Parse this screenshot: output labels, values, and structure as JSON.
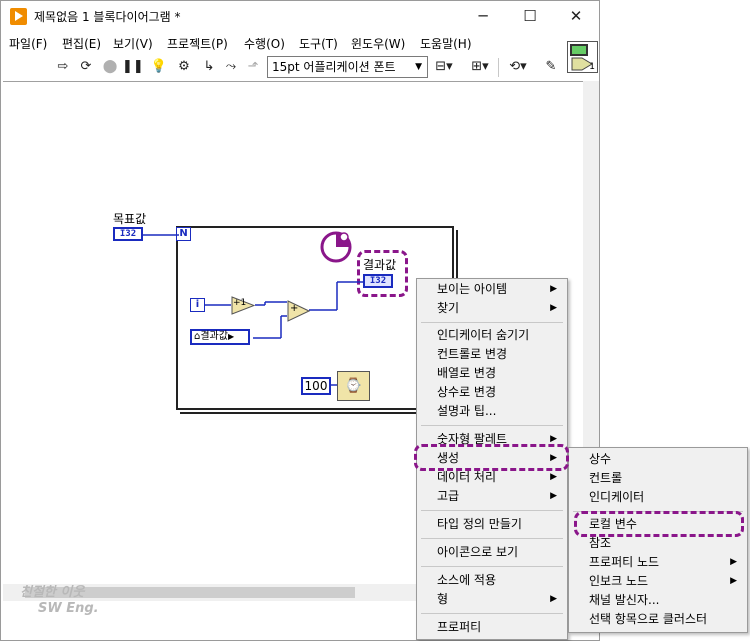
{
  "window": {
    "title": "제목없음 1 블록다이어그램 *",
    "minimize_glyph": "─",
    "maximize_glyph": "☐",
    "close_glyph": "✕"
  },
  "menu": [
    {
      "label": "파일(F)"
    },
    {
      "label": "편집(E)"
    },
    {
      "label": "보기(V)"
    },
    {
      "label": "프로젝트(P)"
    },
    {
      "label": "수행(O)"
    },
    {
      "label": "도구(T)"
    },
    {
      "label": "윈도우(W)"
    },
    {
      "label": "도움말(H)"
    }
  ],
  "toolbar": {
    "font_select": "15pt 어플리케이션 폰트",
    "context_help_badge": "1"
  },
  "diagram": {
    "target_label": "목표값",
    "target_type": "I32",
    "loop_count_terminal": "N",
    "iteration_terminal": "i",
    "result_label": "결과값",
    "result_type": "I32",
    "increment_label": "+1",
    "add_label": "+",
    "local_variable": "결과값",
    "wait_constant": "100"
  },
  "context_menu": {
    "items": [
      {
        "label": "보이는 아이템",
        "submenu": true
      },
      {
        "label": "찾기",
        "submenu": true
      },
      {
        "label": "인디케이터 숨기기",
        "submenu": false
      },
      {
        "label": "컨트롤로 변경",
        "submenu": false
      },
      {
        "label": "배열로 변경",
        "submenu": false
      },
      {
        "label": "상수로 변경",
        "submenu": false
      },
      {
        "label": "설명과 팁...",
        "submenu": false
      },
      {
        "label": "숫자형 팔레트",
        "submenu": true
      },
      {
        "label": "생성",
        "submenu": true
      },
      {
        "label": "데이터 처리",
        "submenu": true
      },
      {
        "label": "고급",
        "submenu": true
      },
      {
        "label": "타입 정의 만들기",
        "submenu": false
      },
      {
        "label": "아이콘으로 보기",
        "submenu": false
      },
      {
        "label": "소스에 적용",
        "submenu": false
      },
      {
        "label": "형",
        "submenu": true
      },
      {
        "label": "프로퍼티",
        "submenu": false
      }
    ]
  },
  "create_submenu": {
    "items": [
      {
        "label": "상수",
        "submenu": false
      },
      {
        "label": "컨트롤",
        "submenu": false
      },
      {
        "label": "인디케이터",
        "submenu": false
      },
      {
        "label": "로컬 변수",
        "submenu": false
      },
      {
        "label": "참조",
        "submenu": false
      },
      {
        "label": "프로퍼티 노드",
        "submenu": true
      },
      {
        "label": "인보크 노드",
        "submenu": true
      },
      {
        "label": "채널 발신자...",
        "submenu": false
      },
      {
        "label": "선택 항목으로 클러스터",
        "submenu": false
      }
    ]
  },
  "watermark": {
    "line1": "친절한 이웃",
    "line2": "SW Eng."
  },
  "colors": {
    "highlight": "#8a168a",
    "integer_wire": "#1a2bbf",
    "menu_bg": "#f0f0f0",
    "app_icon": "#f08c00"
  }
}
